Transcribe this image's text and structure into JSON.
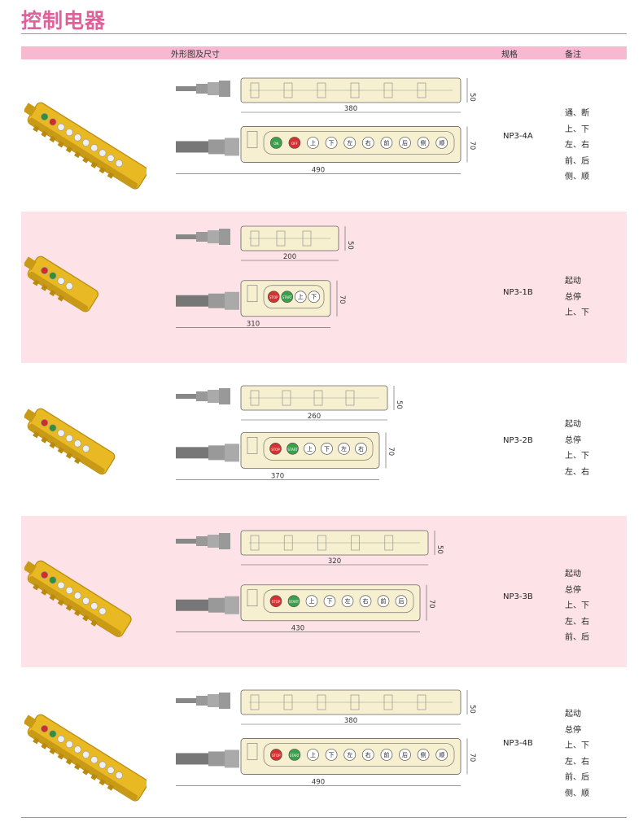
{
  "page": {
    "title": "控制电器"
  },
  "header": {
    "dimensions": "外形图及尺寸",
    "spec": "规格",
    "notes": "备注"
  },
  "colors": {
    "pink_band": "#fde2e7",
    "header_bar": "#f7b9cf",
    "title": "#e35f9a",
    "enclosure": "#f6efd0",
    "photo_yellow": "#e8b923"
  },
  "rows": [
    {
      "model": "NP3-4A",
      "side_length": "380",
      "front_length": "490",
      "height_side": "50",
      "height_front": "70",
      "notes": [
        "通、断",
        "上、下",
        "左、右",
        "前、后",
        "侧、顺"
      ],
      "buttons": [
        {
          "label": "ON",
          "color": "green"
        },
        {
          "label": "OFF",
          "color": "red"
        },
        {
          "label": "上"
        },
        {
          "label": "下"
        },
        {
          "label": "左"
        },
        {
          "label": "右"
        },
        {
          "label": "前"
        },
        {
          "label": "后"
        },
        {
          "label": "侧"
        },
        {
          "label": "顺"
        }
      ]
    },
    {
      "model": "NP3-1B",
      "side_length": "200",
      "front_length": "310",
      "height_side": "50",
      "height_front": "70",
      "notes": [
        "起动",
        "总停",
        "上、下"
      ],
      "buttons": [
        {
          "label": "STOP",
          "color": "red"
        },
        {
          "label": "START",
          "color": "green"
        },
        {
          "label": "上"
        },
        {
          "label": "下"
        }
      ]
    },
    {
      "model": "NP3-2B",
      "side_length": "260",
      "front_length": "370",
      "height_side": "50",
      "height_front": "70",
      "notes": [
        "起动",
        "总停",
        "上、下",
        "左、右"
      ],
      "buttons": [
        {
          "label": "STOP",
          "color": "red"
        },
        {
          "label": "START",
          "color": "green"
        },
        {
          "label": "上"
        },
        {
          "label": "下"
        },
        {
          "label": "左"
        },
        {
          "label": "右"
        }
      ]
    },
    {
      "model": "NP3-3B",
      "side_length": "320",
      "front_length": "430",
      "height_side": "50",
      "height_front": "70",
      "notes": [
        "起动",
        "总停",
        "上、下",
        "左、右",
        "前、后"
      ],
      "buttons": [
        {
          "label": "STOP",
          "color": "red"
        },
        {
          "label": "START",
          "color": "green"
        },
        {
          "label": "上"
        },
        {
          "label": "下"
        },
        {
          "label": "左"
        },
        {
          "label": "右"
        },
        {
          "label": "前"
        },
        {
          "label": "后"
        }
      ]
    },
    {
      "model": "NP3-4B",
      "side_length": "380",
      "front_length": "490",
      "height_side": "50",
      "height_front": "70",
      "notes": [
        "起动",
        "总停",
        "上、下",
        "左、右",
        "前、后",
        "侧、顺"
      ],
      "buttons": [
        {
          "label": "STOP",
          "color": "red"
        },
        {
          "label": "START",
          "color": "green"
        },
        {
          "label": "上"
        },
        {
          "label": "下"
        },
        {
          "label": "左"
        },
        {
          "label": "右"
        },
        {
          "label": "前"
        },
        {
          "label": "后"
        },
        {
          "label": "侧"
        },
        {
          "label": "顺"
        }
      ]
    }
  ]
}
